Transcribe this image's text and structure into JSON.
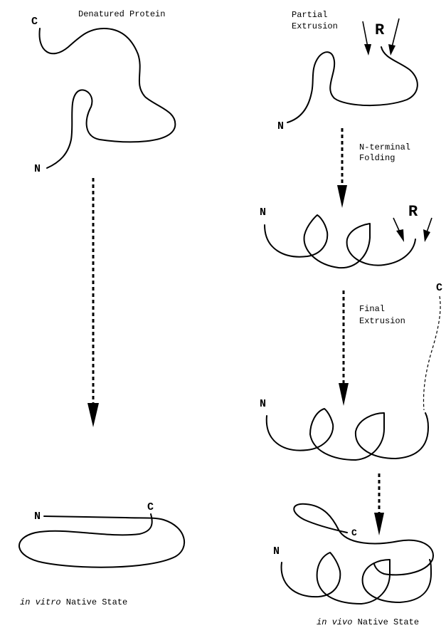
{
  "labels": {
    "denatured": "Denatured Protein",
    "partial_line1": "Partial",
    "partial_line2": "Extrusion",
    "nterm_line1": "N-terminal",
    "nterm_line2": "Folding",
    "final_line1": "Final",
    "final_line2": "Extrusion",
    "invitro_italic": "in vitro",
    "invitro_rest": " Native State",
    "invivo_italic": "in vivo",
    "invivo_rest": " Native State"
  },
  "termini": {
    "C": "C",
    "N": "N",
    "R": "R"
  }
}
